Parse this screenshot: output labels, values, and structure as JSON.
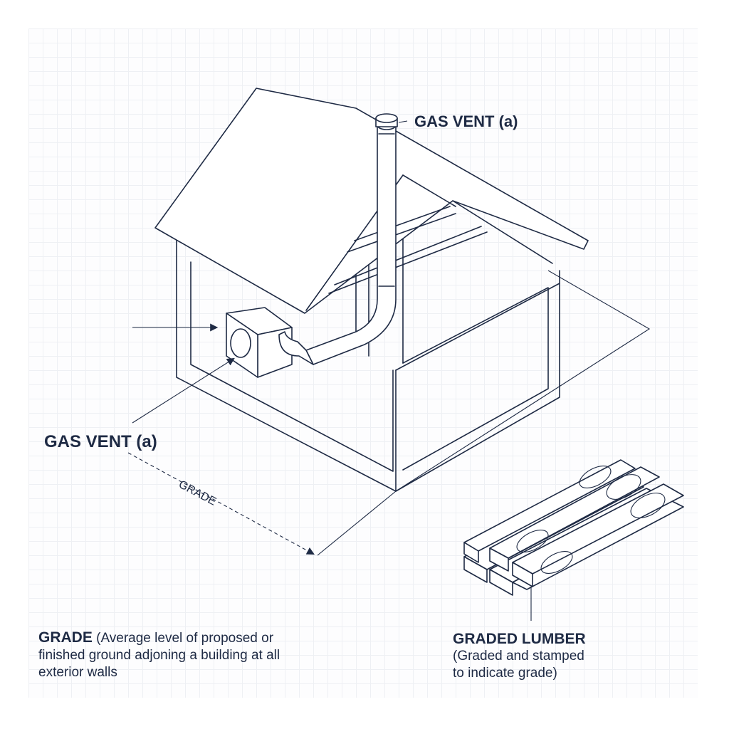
{
  "labels": {
    "gas_vent_top": "GAS VENT (a)",
    "gas_vent_left": "GAS VENT (a)",
    "grade_arrow": "GRADE"
  },
  "grade_definition": {
    "term": "GRADE",
    "line1": " (Average level of proposed or",
    "line2": "finished ground adjoning a building at all",
    "line3": "exterior walls"
  },
  "graded_lumber": {
    "title": "GRADED LUMBER",
    "line1": "(Graded and stamped",
    "line2": "to indicate grade)"
  },
  "colors": {
    "ink": "#1e2a44",
    "grid": "#eef0f4",
    "background": "#ffffff"
  }
}
